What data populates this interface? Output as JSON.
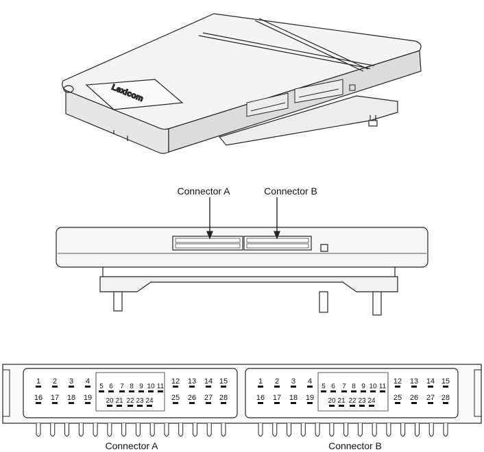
{
  "device_brand": "Lexicom",
  "side_view": {
    "label_a": "Connector A",
    "label_b": "Connector B"
  },
  "pinout": {
    "connector_a": {
      "label": "Connector A",
      "row1": [
        "1",
        "2",
        "3",
        "4",
        "5",
        "6",
        "7",
        "8",
        "9",
        "10",
        "11",
        "12",
        "13",
        "14",
        "15"
      ],
      "row2": [
        "16",
        "17",
        "18",
        "19",
        "20",
        "21",
        "22",
        "23",
        "24",
        "25",
        "26",
        "27",
        "28"
      ]
    },
    "connector_b": {
      "label": "Connector B",
      "row1": [
        "1",
        "2",
        "3",
        "4",
        "5",
        "6",
        "7",
        "8",
        "9",
        "10",
        "11",
        "12",
        "13",
        "14",
        "15"
      ],
      "row2": [
        "16",
        "17",
        "18",
        "19",
        "20",
        "21",
        "22",
        "23",
        "24",
        "25",
        "26",
        "27",
        "28"
      ]
    }
  }
}
